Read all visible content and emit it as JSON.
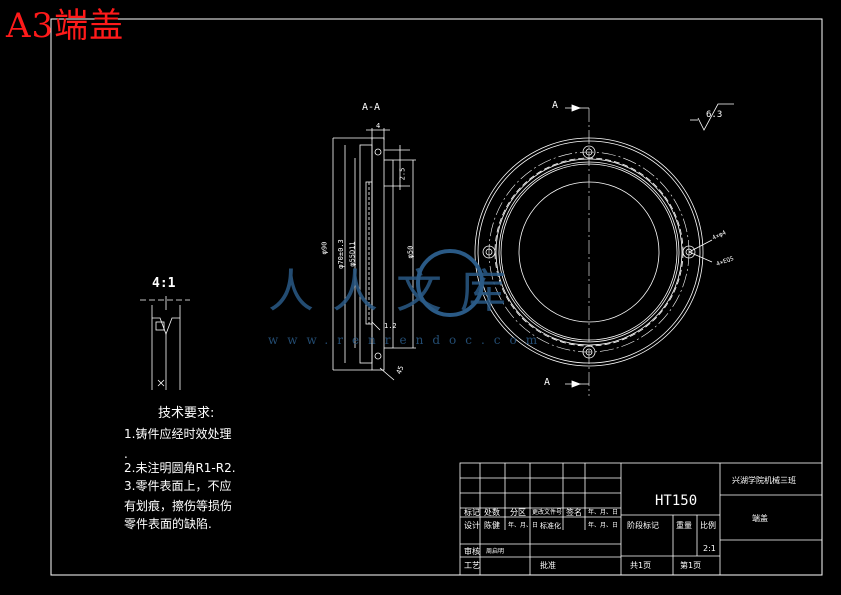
{
  "sheet_title": "A3端盖",
  "detail_view": {
    "scale": "4:1"
  },
  "section_view": {
    "label": "A-A",
    "marker_top": "A",
    "marker_bottom": "A"
  },
  "dimensions": {
    "thickness": "4",
    "step": "2.5",
    "dia_outer": "φ90",
    "dia_bolt_circle": "φ70±0.3",
    "dia_recess": "φ55D11",
    "dia_inner": "φ50",
    "chamfer_lower": "1.2",
    "angle": "45",
    "surface_finish": "6.3",
    "hole_note_1": "4×φ4",
    "hole_note_2": "4×EQS"
  },
  "technical_requirements": {
    "title": "技术要求:",
    "items": [
      "1.铸件应经时效处理",
      ".",
      "2.未注明圆角R1-R2.",
      "3.零件表面上，不应",
      "有划痕，擦伤等损伤",
      "零件表面的缺陷."
    ]
  },
  "title_block": {
    "material": "HT150",
    "school": "兴湖学院机械三班",
    "part_name": "端盖",
    "scale": "2:1",
    "row_labels": [
      "标记",
      "处数",
      "分区",
      "更改文件号",
      "签名",
      "年、月、日"
    ],
    "design_row": [
      "设计",
      "陈健",
      "年、月、日",
      "标准化",
      "年、月、日"
    ],
    "headers": [
      "阶段标记",
      "重量",
      "比例"
    ],
    "review": "审核",
    "reviewer": "周启明",
    "process": "工艺",
    "approve": "批准",
    "sheets_total": "共1页",
    "sheet_no": "第1页"
  },
  "watermark": {
    "logo_text": "人人文库",
    "url": "www.renrendoc.com"
  }
}
